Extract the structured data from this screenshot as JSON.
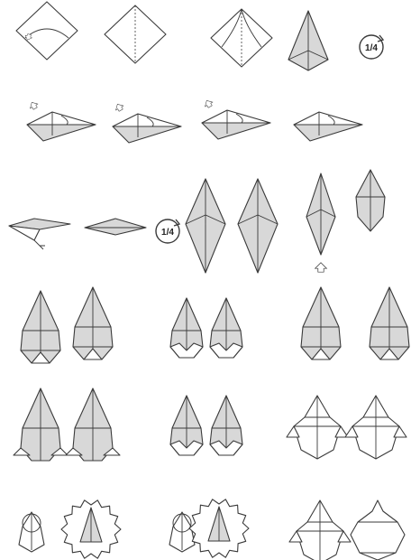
{
  "diagram": {
    "colors": {
      "paper": "#d8d8d8",
      "line": "#3a3a3a",
      "background": "#ffffff"
    },
    "rotate_labels": [
      "1/4",
      "1/4"
    ],
    "steps": [
      {
        "kind": "square"
      },
      {
        "kind": "square-crease"
      },
      {
        "kind": "square-curves"
      },
      {
        "kind": "kite"
      },
      {
        "kind": "rotate",
        "label_index": 0
      },
      {
        "kind": "kite-side",
        "arrow": true
      },
      {
        "kind": "kite-side",
        "arrow": true
      },
      {
        "kind": "kite-side",
        "arrow": true
      },
      {
        "kind": "kite-side",
        "arrow": false
      },
      {
        "kind": "flat-arrow"
      },
      {
        "kind": "flat-diamond"
      },
      {
        "kind": "rotate",
        "label_index": 1
      },
      {
        "kind": "tall-diamond"
      },
      {
        "kind": "tall-diamond"
      },
      {
        "kind": "tall-diamond-arrow"
      },
      {
        "kind": "short-diamond"
      },
      {
        "kind": "body"
      },
      {
        "kind": "body"
      },
      {
        "kind": "body-small"
      },
      {
        "kind": "body-small"
      },
      {
        "kind": "body"
      },
      {
        "kind": "body"
      },
      {
        "kind": "body-legs"
      },
      {
        "kind": "body-legs"
      },
      {
        "kind": "body-small"
      },
      {
        "kind": "body-small"
      },
      {
        "kind": "turtle"
      },
      {
        "kind": "turtle"
      },
      {
        "kind": "head-detail"
      },
      {
        "kind": "zoom-detail"
      },
      {
        "kind": "head-detail"
      },
      {
        "kind": "zoom-detail"
      },
      {
        "kind": "turtle"
      },
      {
        "kind": "turtle-final"
      }
    ]
  }
}
